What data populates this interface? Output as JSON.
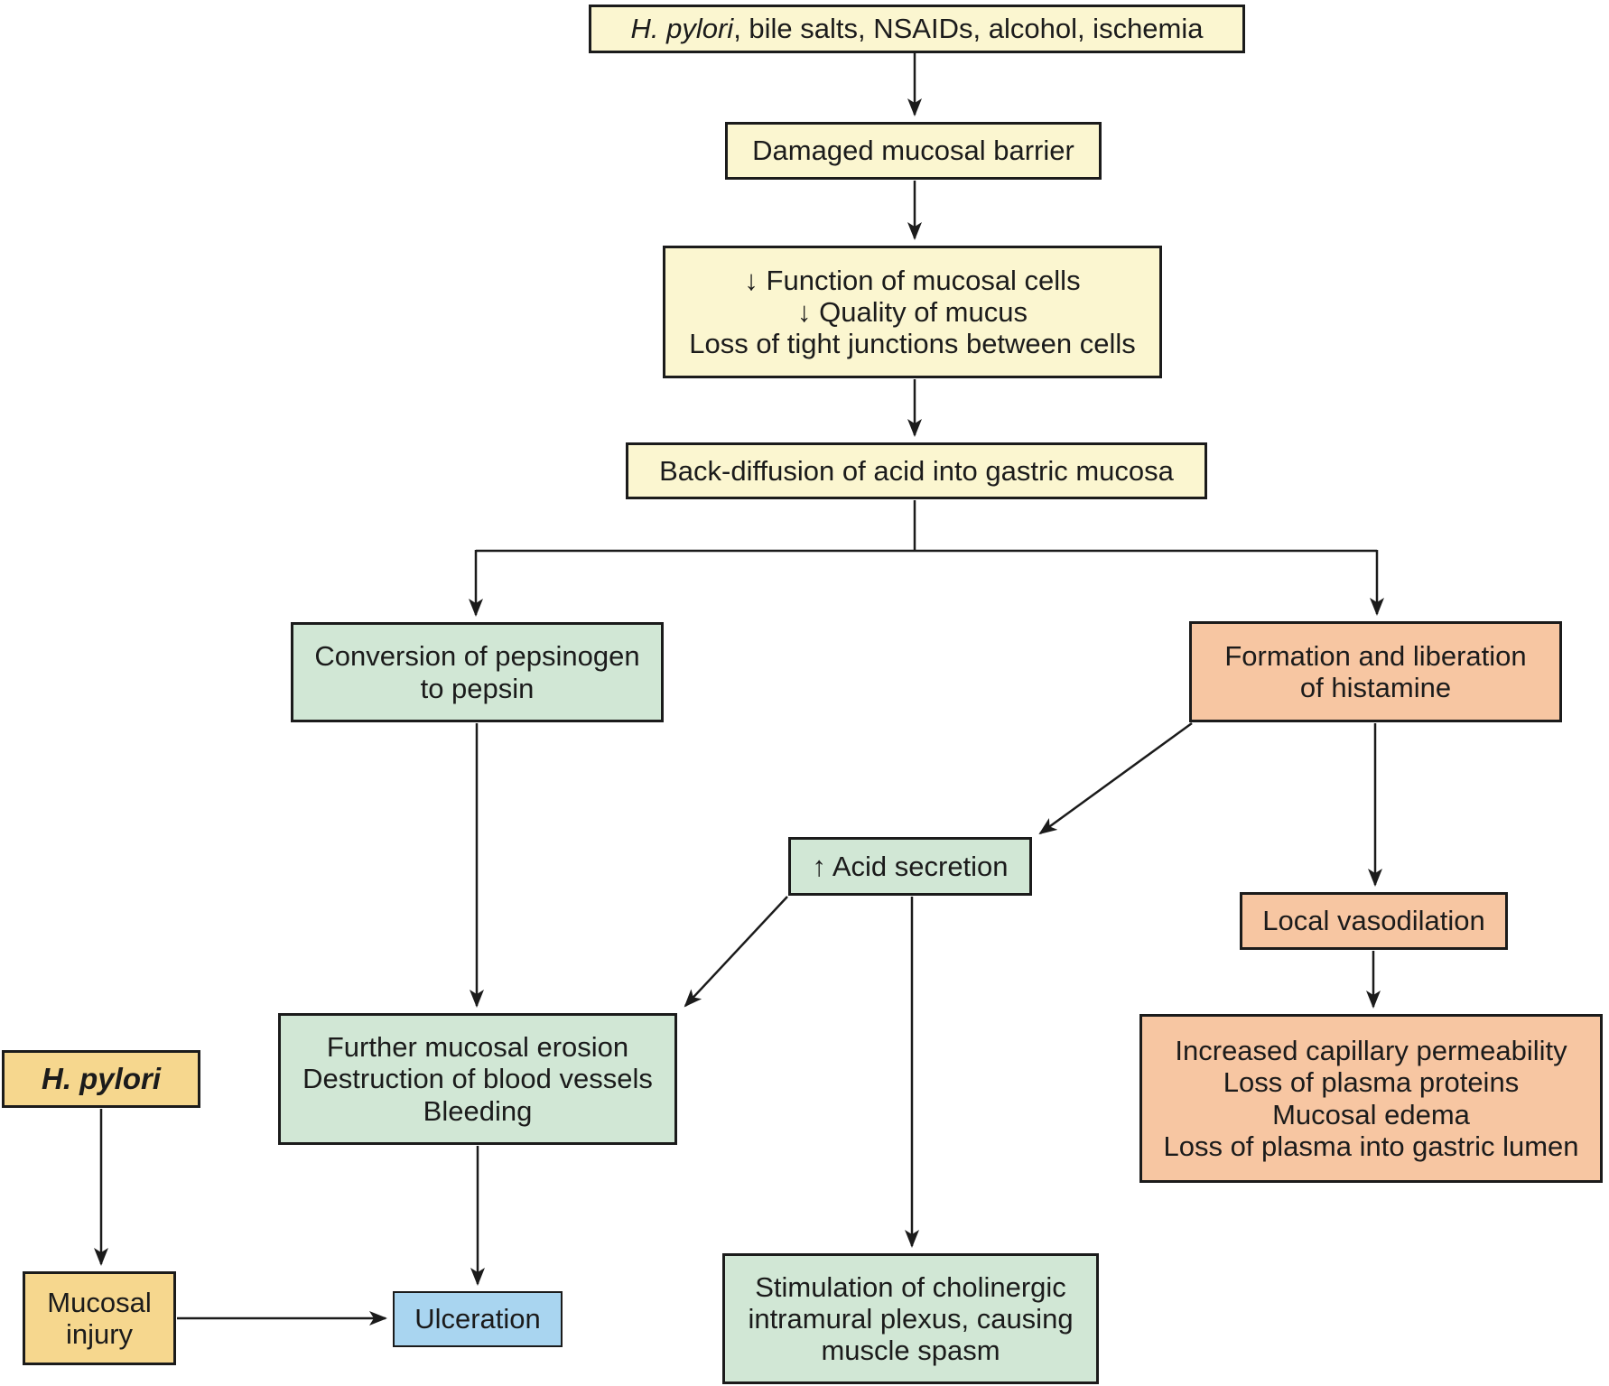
{
  "diagram": {
    "type": "flowchart",
    "subject": "Pathophysiology of gastric mucosal injury leading to ulceration",
    "palette": {
      "cream_box": "#FBF6D0",
      "green_box": "#D1E7D5",
      "salmon_box": "#F7C6A2",
      "gold_box": "#F6D78E",
      "blue_box": "#A9D5F0",
      "line_and_text": "#1b1b1b",
      "background": "#ffffff"
    },
    "nodes": {
      "causes": {
        "italic": "H. pylori",
        "rest": ", bile salts, NSAIDs, alcohol, ischemia"
      },
      "barrier": {
        "text": "Damaged mucosal barrier"
      },
      "function": {
        "lines": [
          "↓ Function of mucosal cells",
          "↓ Quality of mucus",
          "Loss of tight junctions between cells"
        ]
      },
      "backdiffusion": {
        "text": "Back-diffusion of acid into gastric mucosa"
      },
      "conversion": {
        "lines": [
          "Conversion of pepsinogen",
          "to pepsin"
        ]
      },
      "histamine": {
        "lines": [
          "Formation and liberation",
          "of histamine"
        ]
      },
      "acid": {
        "text": "↑ Acid secretion"
      },
      "vasodilation": {
        "text": "Local vasodilation"
      },
      "capillary": {
        "lines": [
          "Increased capillary permeability",
          "Loss of plasma proteins",
          "Mucosal edema",
          "Loss of plasma into gastric lumen"
        ]
      },
      "erosion": {
        "lines": [
          "Further mucosal erosion",
          "Destruction of blood vessels",
          "Bleeding"
        ]
      },
      "hpylori": {
        "text": "H. pylori"
      },
      "injury": {
        "lines": [
          "Mucosal",
          "injury"
        ]
      },
      "ulceration": {
        "text": "Ulceration"
      },
      "stimulation": {
        "lines": [
          "Stimulation of cholinergic",
          "intramural plexus, causing",
          "muscle spasm"
        ]
      }
    }
  }
}
